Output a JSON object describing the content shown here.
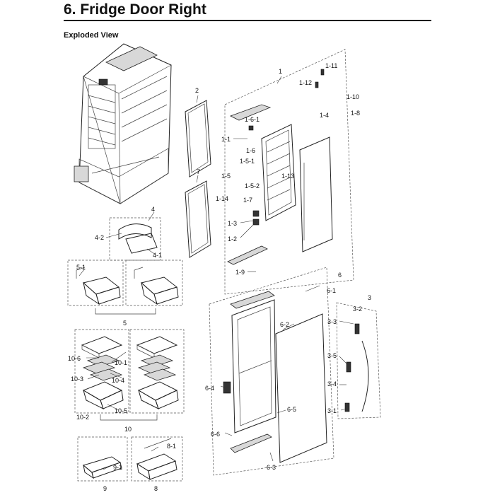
{
  "header": {
    "title": "6.  Fridge Door Right",
    "subtitle": "Exploded View"
  },
  "labels": {
    "p1": "1",
    "p1_1": "1-1",
    "p1_2": "1-2",
    "p1_3": "1-3",
    "p1_4": "1-4",
    "p1_5": "1-5",
    "p1_5_1": "1-5-1",
    "p1_5_2": "1-5-2",
    "p1_6": "1-6",
    "p1_6_1": "1-6-1",
    "p1_7": "1-7",
    "p1_8": "1-8",
    "p1_9": "1-9",
    "p1_10": "1-10",
    "p1_11": "1-11",
    "p1_12": "1-12",
    "p1_13": "1-13",
    "p1_14": "1-14",
    "p2": "2",
    "p3": "3",
    "p3_1": "3-1",
    "p3_2": "3-2",
    "p3_3": "3-3",
    "p3_4": "3-4",
    "p3_5": "3-5",
    "p4": "4",
    "p4_1": "4-1",
    "p4_2": "4-2",
    "p5": "5",
    "p5_1": "5-1",
    "p6": "6",
    "p6_1": "6-1",
    "p6_2": "6-2",
    "p6_3": "6-3",
    "p6_4": "6-4",
    "p6_5": "6-5",
    "p6_6": "6-6",
    "p7": "7",
    "p8": "8",
    "p8_1": "8-1",
    "p9": "9",
    "p9_1": "9-1",
    "p10": "10",
    "p10_1": "10-1",
    "p10_2": "10-2",
    "p10_3": "10-3",
    "p10_4": "10-4",
    "p10_5": "10-5",
    "p10_6": "10-6"
  }
}
